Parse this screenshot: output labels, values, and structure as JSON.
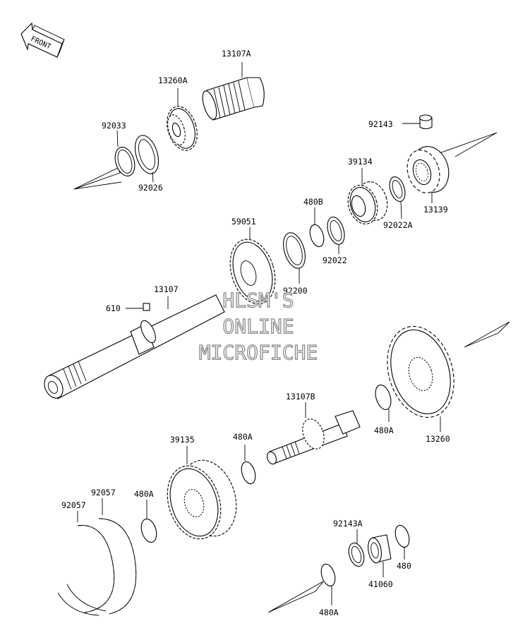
{
  "front_label": "FRONT",
  "watermark": {
    "line1": "HLSM'S",
    "line2": "ONLINE",
    "line3": "MICROFICHE"
  },
  "labels": {
    "p13107A": "13107A",
    "p13260A": "13260A",
    "p92033": "92033",
    "p92026": "92026",
    "p92143": "92143",
    "p39134": "39134",
    "p480B": "480B",
    "p59051": "59051",
    "p92022A": "92022A",
    "p13139": "13139",
    "p92022": "92022",
    "p92200": "92200",
    "p13107": "13107",
    "p610": "610",
    "p13107B": "13107B",
    "p39135": "39135",
    "p480A_1": "480A",
    "p480A_2": "480A",
    "p13260": "13260",
    "p92057_a": "92057",
    "p92057_b": "92057",
    "p480A_3": "480A",
    "p92143A": "92143A",
    "p480": "480",
    "p41060": "41060",
    "p480A_4": "480A"
  }
}
